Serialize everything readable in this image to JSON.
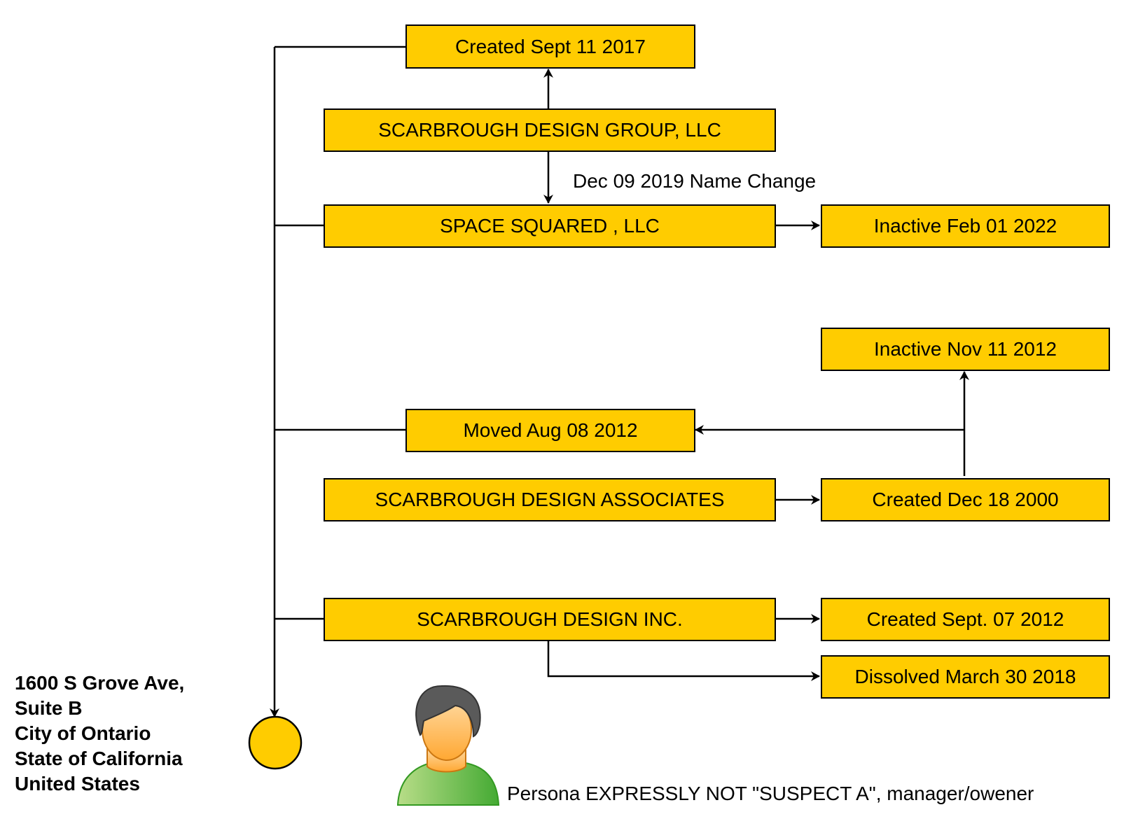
{
  "colors": {
    "box_fill": "#FFCC00",
    "line": "#000000",
    "person_hair": "#5A5A5A",
    "person_skin": "#FFB347",
    "person_shirt": "#66BB33"
  },
  "nodes": {
    "created_2017": "Created Sept 11 2017",
    "sdg_llc": "SCARBROUGH DESIGN GROUP, LLC",
    "space_squared": "SPACE SQUARED , LLC",
    "inactive_2022": "Inactive Feb 01 2022",
    "inactive_2012": "Inactive Nov 11 2012",
    "moved_2012": "Moved Aug 08 2012",
    "sda": "SCARBROUGH DESIGN ASSOCIATES",
    "created_2000": "Created Dec 18 2000",
    "sd_inc": "SCARBROUGH DESIGN INC.",
    "created_2012": "Created Sept. 07 2012",
    "dissolved_2018": "Dissolved March 30 2018"
  },
  "edge_labels": {
    "name_change": "Dec 09 2019 Name Change"
  },
  "address": {
    "lines": [
      "1600 S Grove Ave,",
      "Suite B",
      "City of Ontario",
      "State of California",
      "United States"
    ]
  },
  "person": {
    "icon": "person-icon",
    "caption": "Persona EXPRESSLY NOT \"SUSPECT A\", manager/owener"
  }
}
